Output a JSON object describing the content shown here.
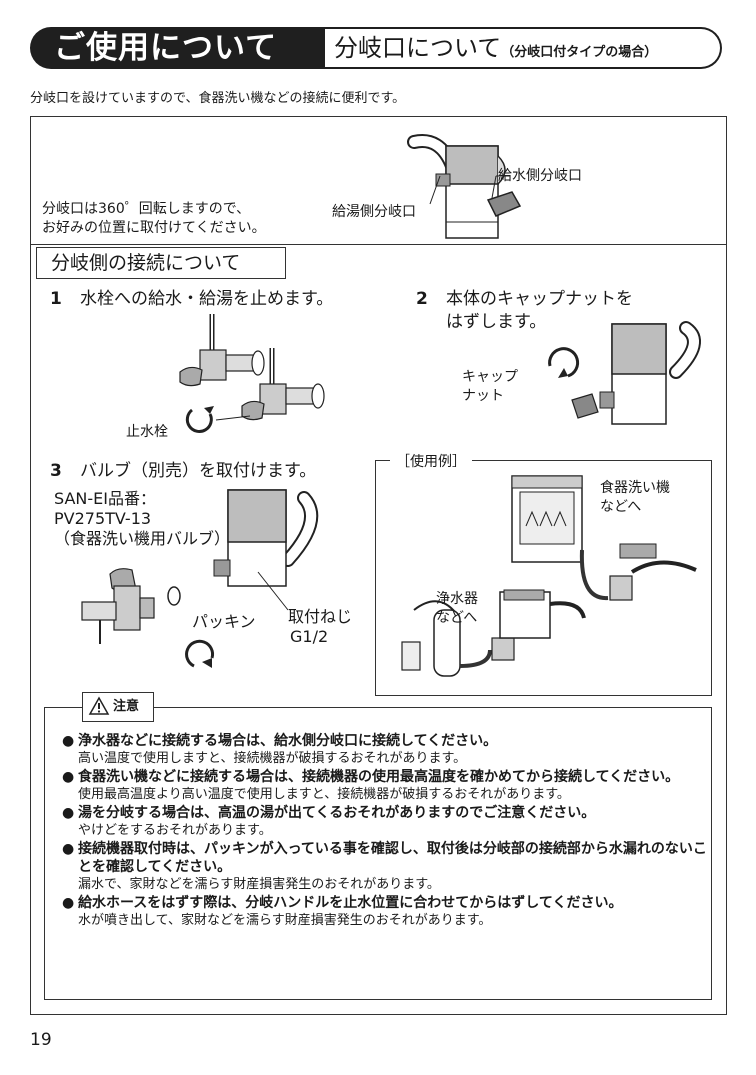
{
  "header": {
    "pill_title": "ご使用について",
    "sub_title": "分岐口について",
    "sub_note": "（分岐口付タイプの場合）"
  },
  "intro": "分岐口を設けていますので、食器洗い機などの接続に便利です。",
  "rotation": {
    "note_line1": "分岐口は360゜回転しますので、",
    "note_line2": "お好みの位置に取付けてください。",
    "hot_label": "給湯側分岐口",
    "cold_label": "給水側分岐口"
  },
  "section_title": "分岐側の接続について",
  "steps": [
    {
      "num": "1",
      "text": "水栓への給水・給湯を止めます。",
      "label": "止水栓"
    },
    {
      "num": "2",
      "text_line1": "本体のキャップナットを",
      "text_line2": "はずします。",
      "label_line1": "キャップ",
      "label_line2": "ナット"
    },
    {
      "num": "3",
      "text": "バルブ（別売）を取付けます。",
      "part_line1": "SAN-EI品番：",
      "part_line2": "PV275TV-13",
      "part_line3": "（食器洗い機用バルブ）",
      "packing": "パッキン",
      "thread_line1": "取付ねじ",
      "thread_line2": "G1/2"
    }
  ],
  "example": {
    "title": "［使用例］",
    "dishwasher_line1": "食器洗い機",
    "dishwasher_line2": "などへ",
    "purifier_line1": "浄水器",
    "purifier_line2": "などへ"
  },
  "caution": {
    "title": "注意",
    "items": [
      {
        "lead": "浄水器などに接続する場合は、給水側分岐口に接続してください。",
        "sub": "高い温度で使用しますと、接続機器が破損するおそれがあります。"
      },
      {
        "lead": "食器洗い機などに接続する場合は、接続機器の使用最高温度を確かめてから接続してください。",
        "sub": "使用最高温度より高い温度で使用しますと、接続機器が破損するおそれがあります。"
      },
      {
        "lead": "湯を分岐する場合は、高温の湯が出てくるおそれがありますのでご注意ください。",
        "sub": "やけどをするおそれがあります。"
      },
      {
        "lead": "接続機器取付時は、パッキンが入っている事を確認し、取付後は分岐部の接続部から水漏れのないことを確認してください。",
        "sub": "漏水で、家財などを濡らす財産損害発生のおそれがあります。"
      },
      {
        "lead": "給水ホースをはずす際は、分岐ハンドルを止水位置に合わせてからはずしてください。",
        "sub": "水が噴き出して、家財などを濡らす財産損害発生のおそれがあります。"
      }
    ]
  },
  "page_number": "19"
}
